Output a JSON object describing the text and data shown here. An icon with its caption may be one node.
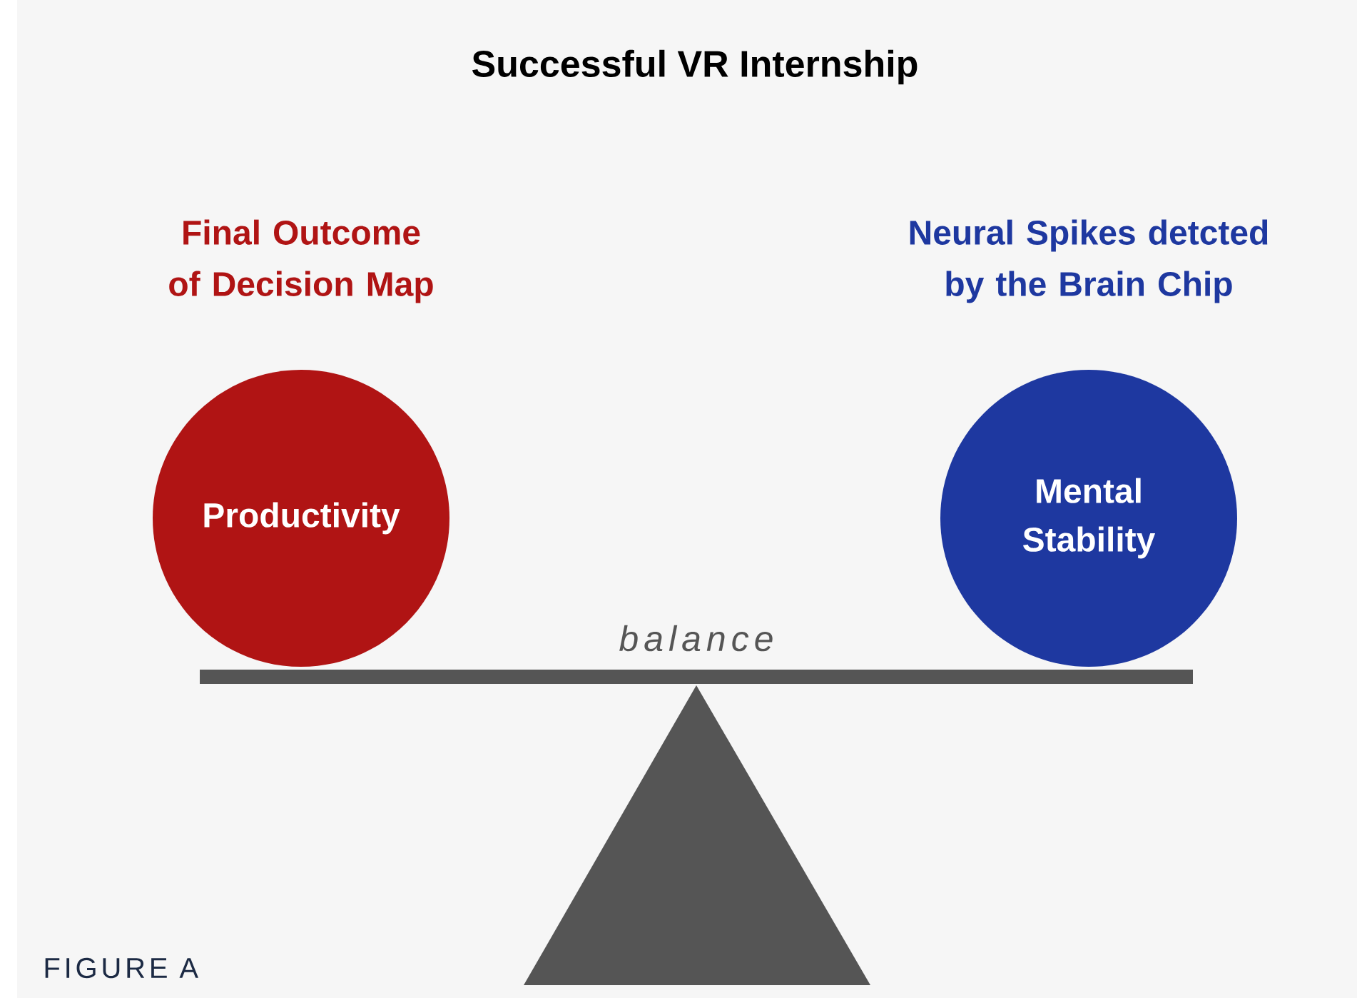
{
  "diagram": {
    "title": "Successful VR Internship",
    "nodes": [
      {
        "text": [
          "Final Outcome of Decision Map",
          "Productivity"
        ]
      },
      {
        "text": [
          "Neural Spikes detcted by the Brain Chip",
          "Mental Stability"
        ]
      }
    ],
    "labels": [
      "balance",
      "FIGURE A"
    ]
  }
}
